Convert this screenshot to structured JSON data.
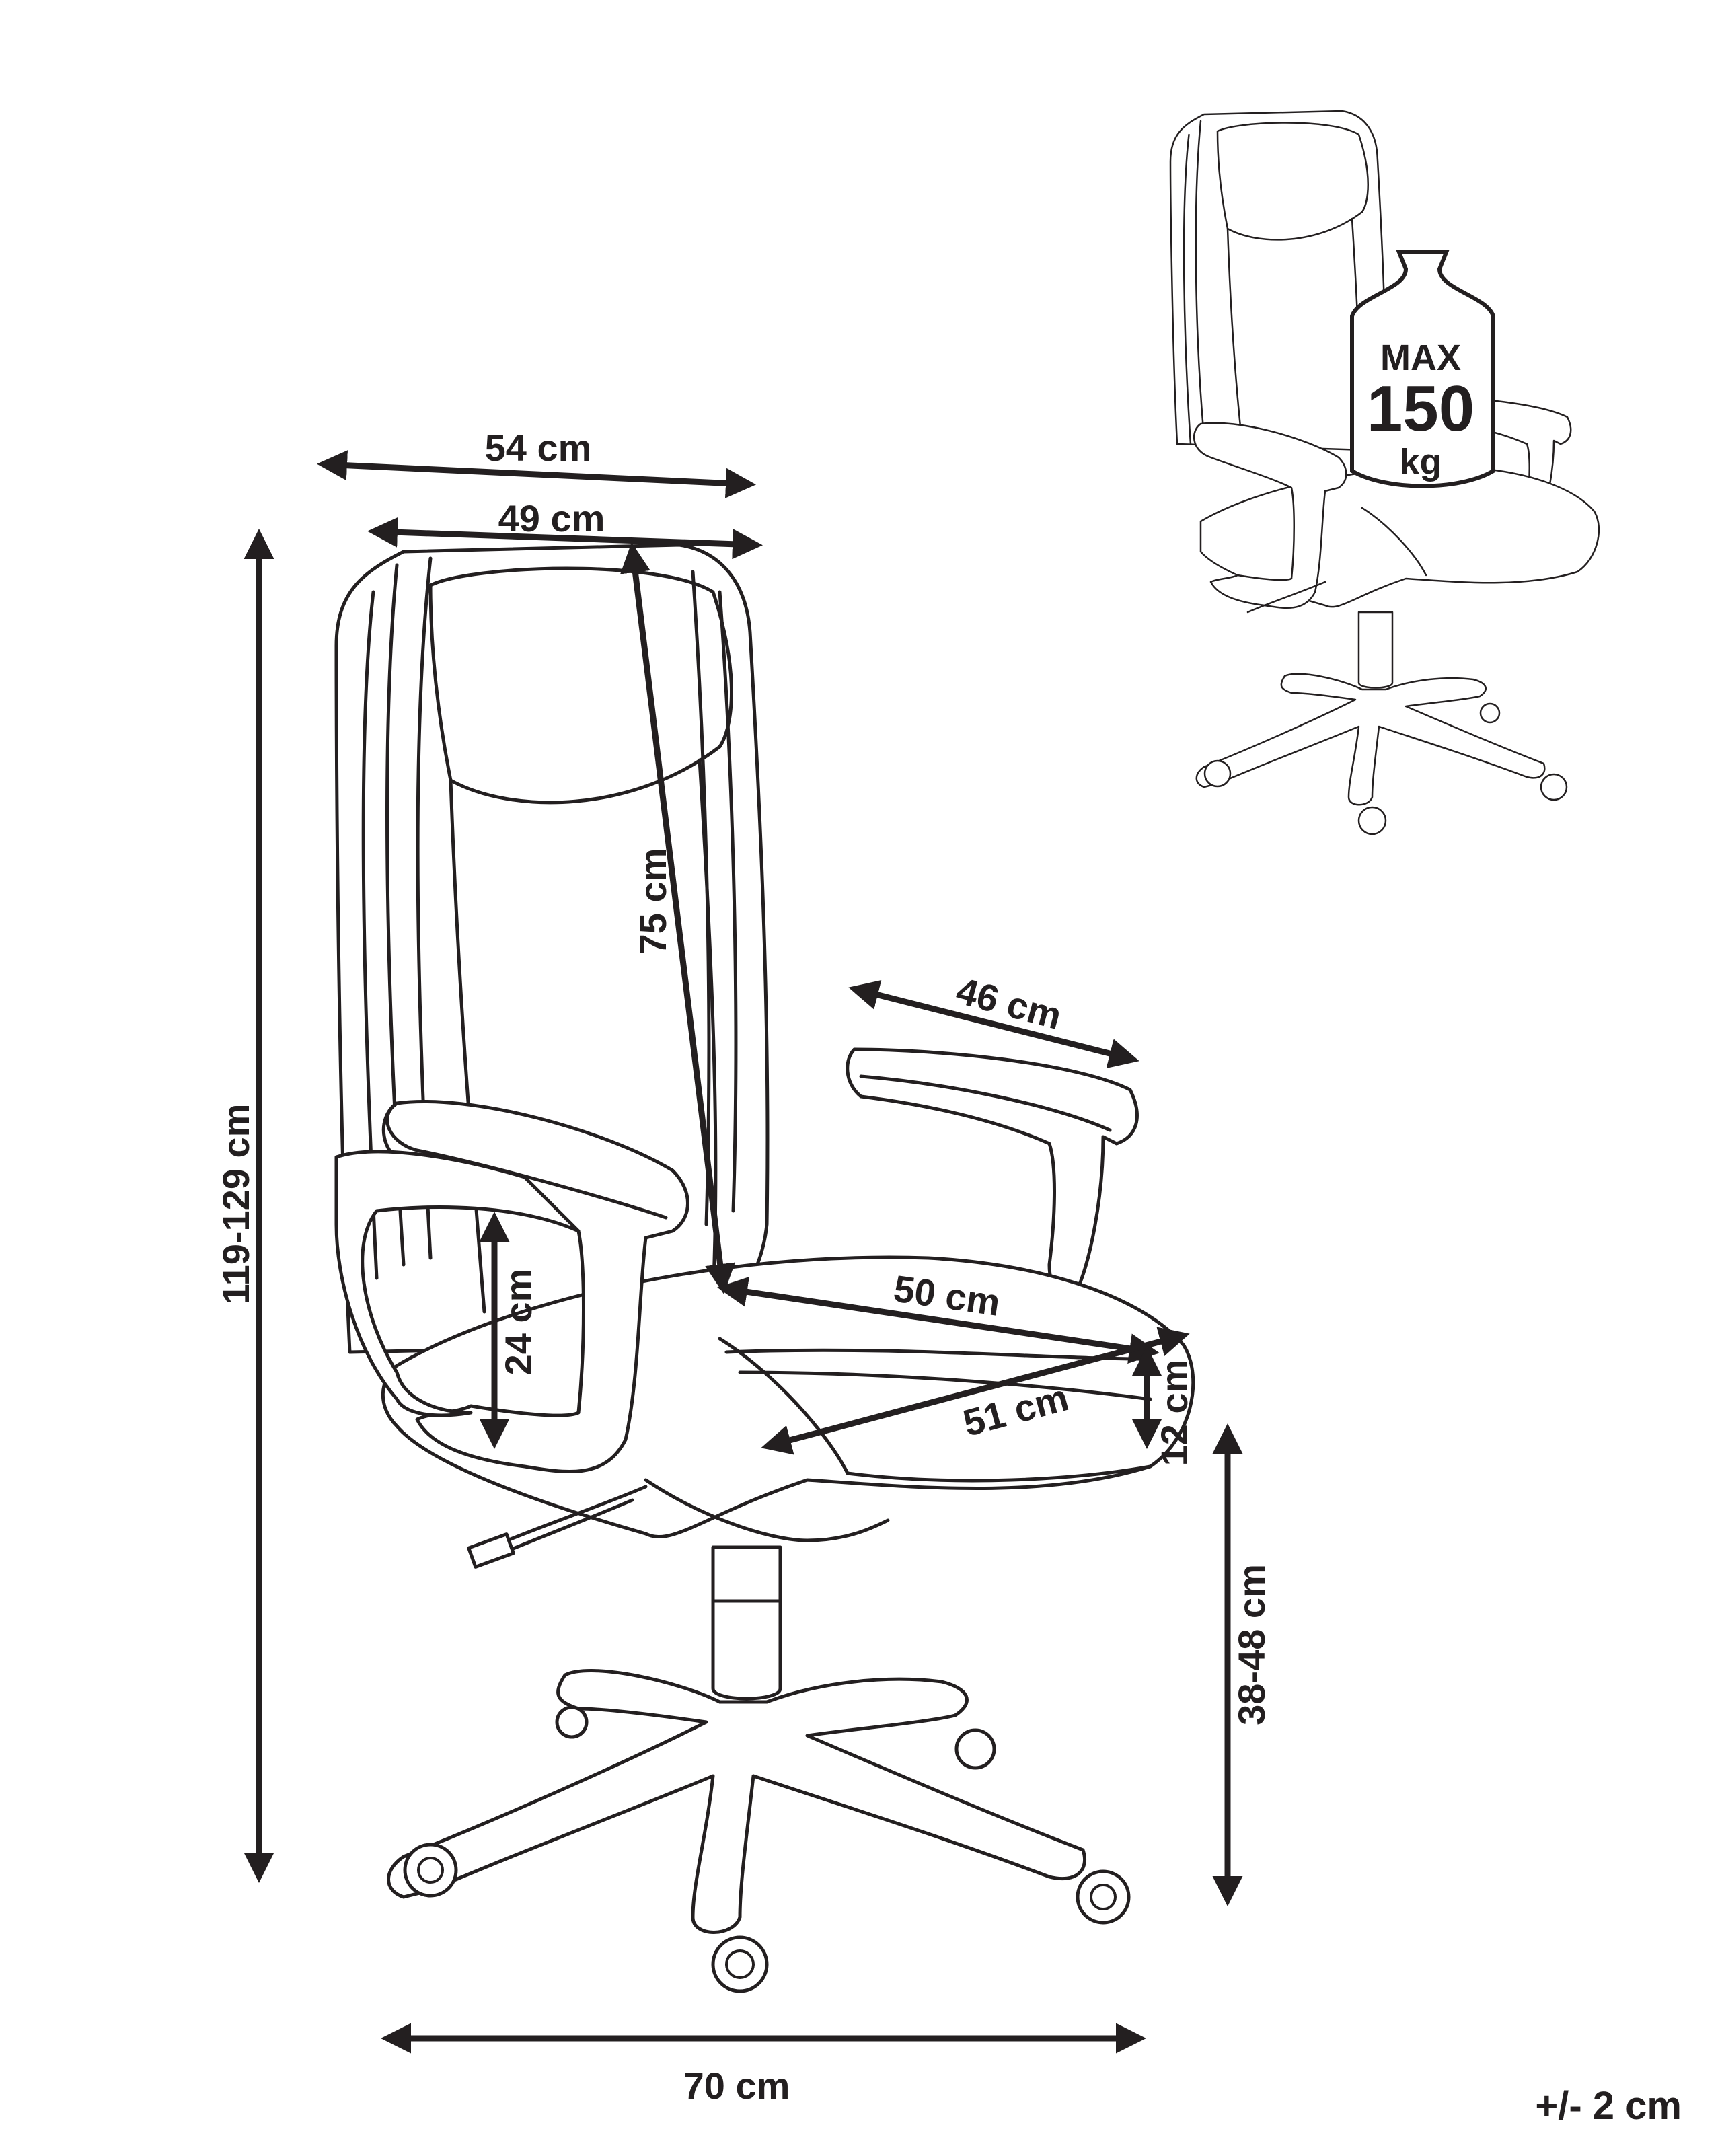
{
  "dimensions": {
    "overall_width": "54 cm",
    "backrest_width": "49 cm",
    "backrest_height": "75 cm",
    "total_height": "119-129 cm",
    "armrest_length": "46 cm",
    "armrest_height": "24 cm",
    "seat_depth": "50 cm",
    "seat_width": "51 cm",
    "seat_thickness": "12 cm",
    "seat_height": "38-48 cm",
    "base_width": "70 cm"
  },
  "tolerance": "+/- 2 cm",
  "weight_badge": {
    "max_label": "MAX",
    "value": "150",
    "unit": "kg"
  },
  "colors": {
    "line": "#231f20",
    "background": "#ffffff"
  },
  "icons": [
    "chair-drawing",
    "weight-icon",
    "dimension-arrow"
  ]
}
